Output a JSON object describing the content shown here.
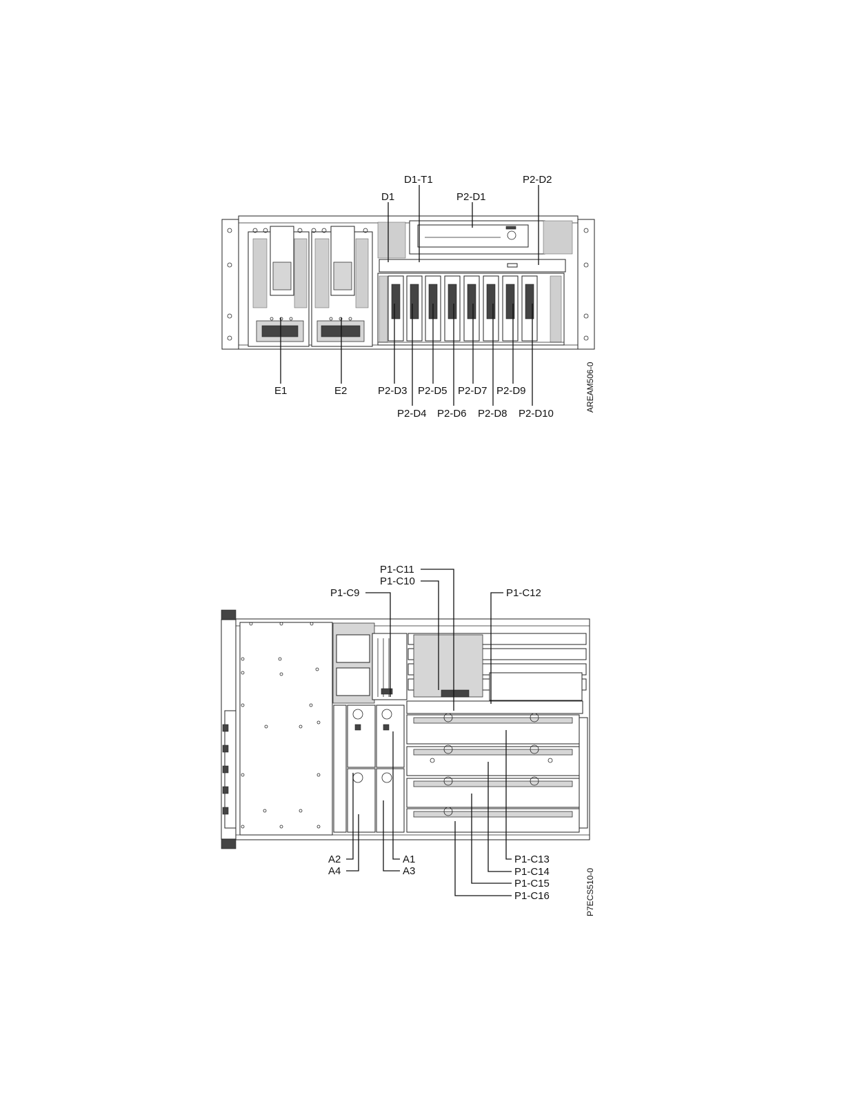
{
  "figure1": {
    "id_label": "AREAM506-0",
    "labels": {
      "d1": "D1",
      "d1_t1": "D1-T1",
      "p2_d1": "P2-D1",
      "p2_d2": "P2-D2",
      "e1": "E1",
      "e2": "E2",
      "p2_d3": "P2-D3",
      "p2_d4": "P2-D4",
      "p2_d5": "P2-D5",
      "p2_d6": "P2-D6",
      "p2_d7": "P2-D7",
      "p2_d8": "P2-D8",
      "p2_d9": "P2-D9",
      "p2_d10": "P2-D10"
    }
  },
  "figure2": {
    "id_label": "P7ECS510-0",
    "labels": {
      "p1_c11": "P1-C11",
      "p1_c10": "P1-C10",
      "p1_c9": "P1-C9",
      "p1_c12": "P1-C12",
      "a2": "A2",
      "a4": "A4",
      "a1": "A1",
      "a3": "A3",
      "p1_c13": "P1-C13",
      "p1_c14": "P1-C14",
      "p1_c15": "P1-C15",
      "p1_c16": "P1-C16"
    }
  }
}
